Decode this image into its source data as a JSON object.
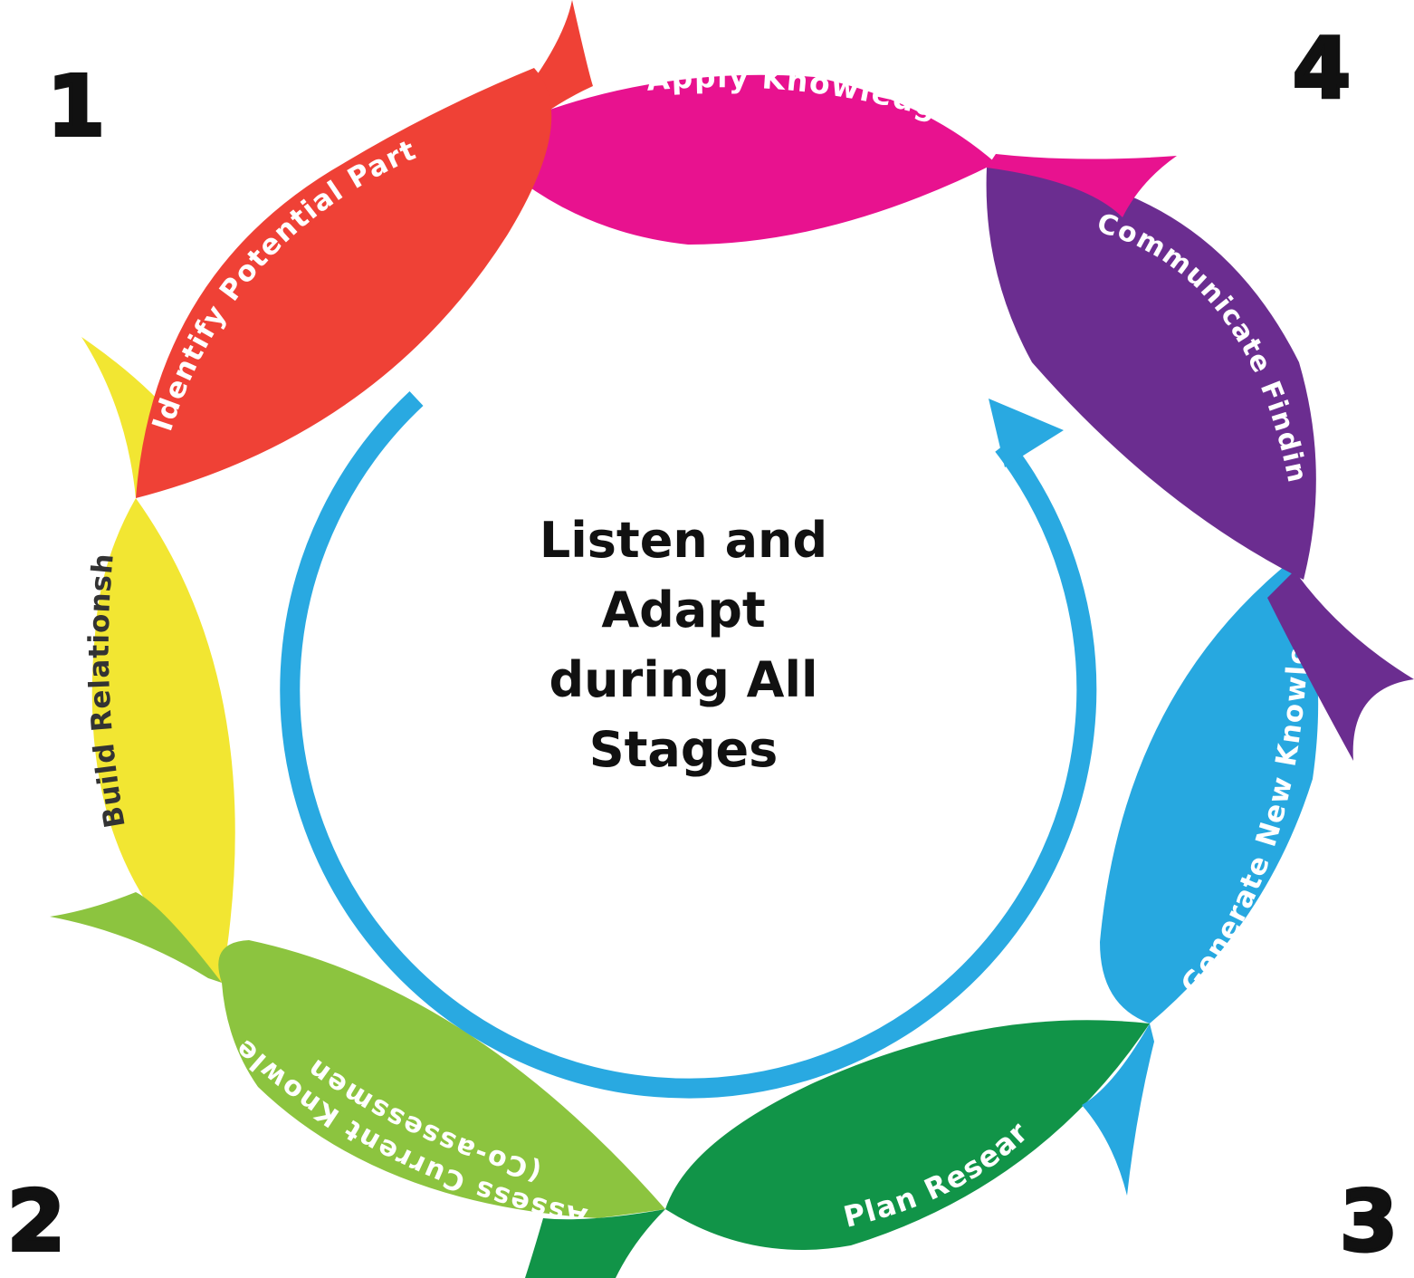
{
  "center": {
    "line1": "Listen and",
    "line2": "Adapt",
    "line3": "during All",
    "line4": "Stages"
  },
  "corners": [
    "1",
    "2",
    "3",
    "4"
  ],
  "stages": [
    {
      "label": "Apply Knowledge",
      "color": "#e8128f"
    },
    {
      "label": "Communicate Findings",
      "color": "#6b2d90"
    },
    {
      "label": "Generate New Knowledge",
      "color": "#27a8e0"
    },
    {
      "label": "Plan Research",
      "color": "#119448"
    },
    {
      "label": "Assess Current Knowledge",
      "label2": "(Co-assessment)",
      "color": "#8cc43f"
    },
    {
      "label": "Build Relationships",
      "color": "#f2e632"
    },
    {
      "label": "Identify Potential Partners",
      "color": "#ef4136"
    }
  ],
  "arrow_color": "#29a9e1"
}
